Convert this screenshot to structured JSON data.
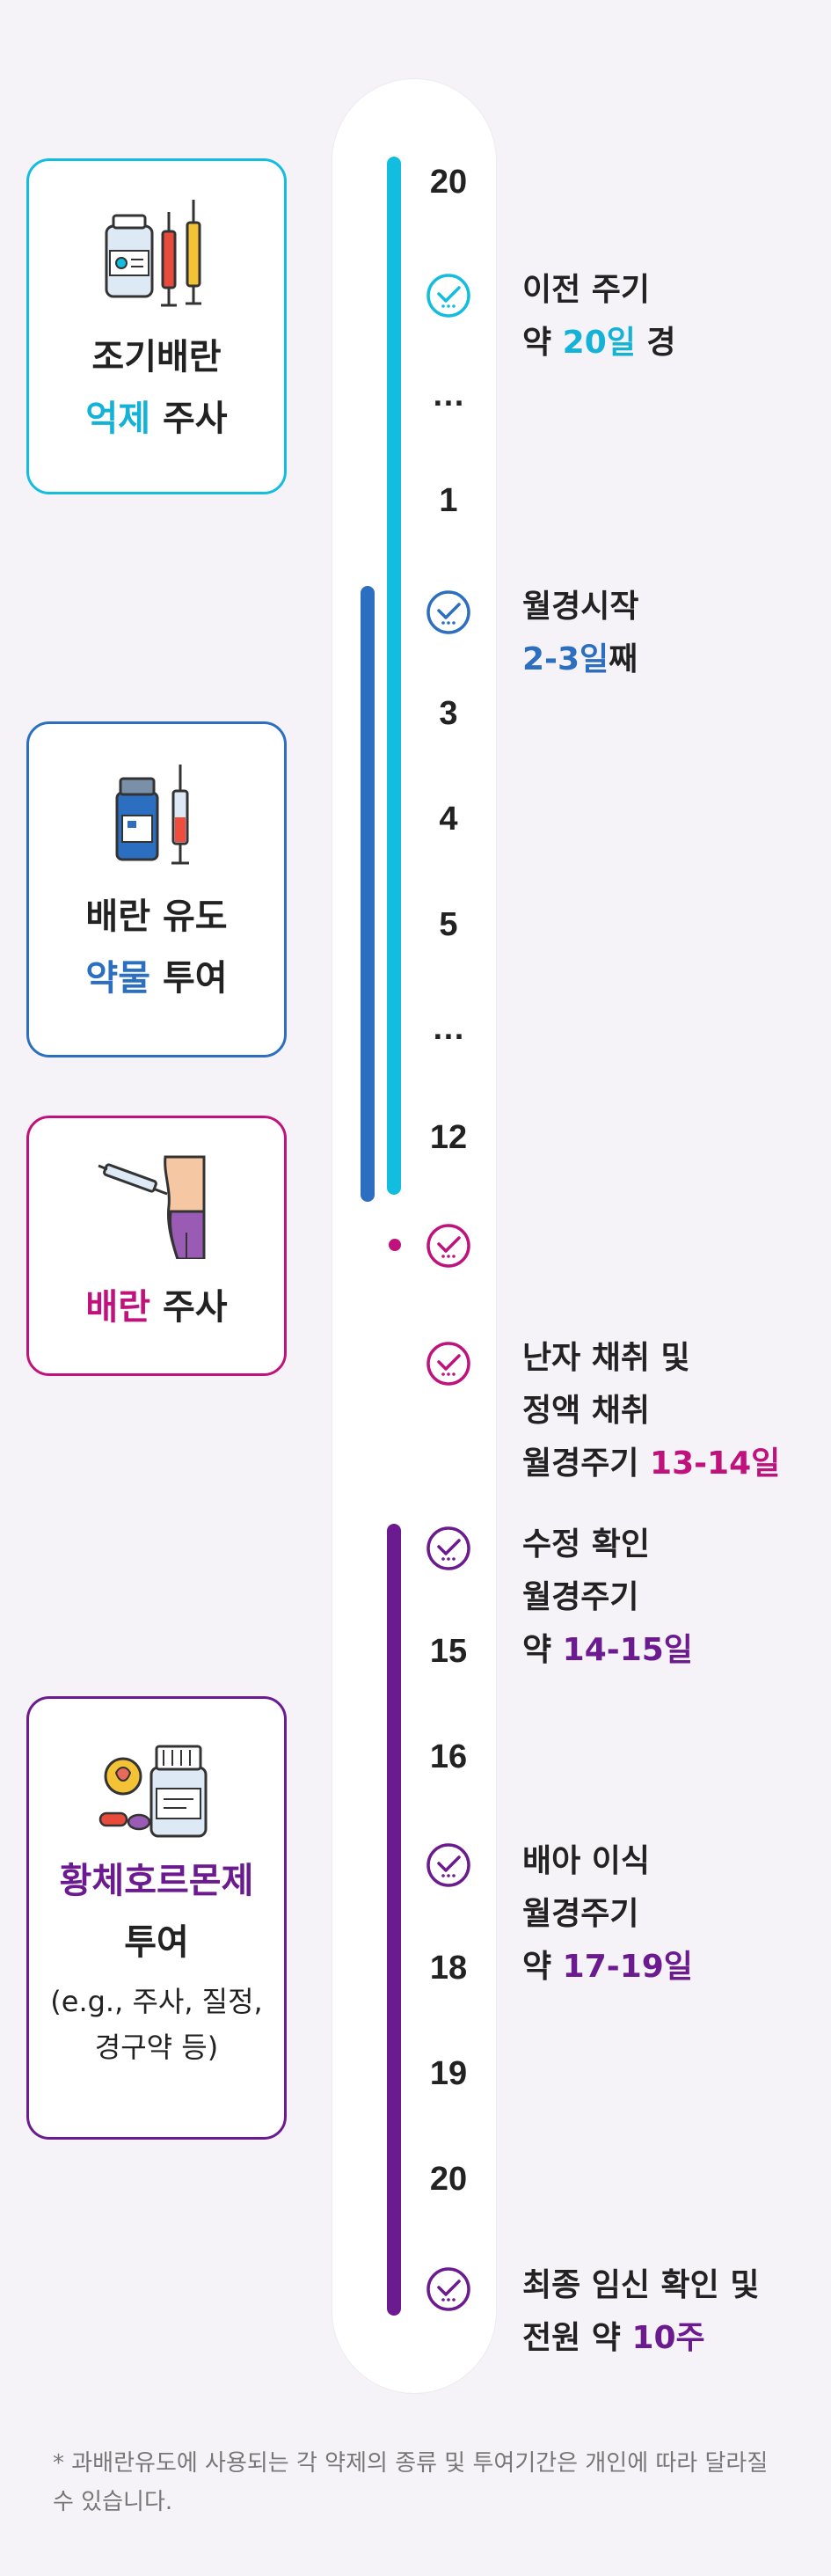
{
  "days": {
    "d20a": "20",
    "dots1": "…",
    "d1": "1",
    "d3": "3",
    "d4": "4",
    "d5": "5",
    "dots2": "…",
    "d12": "12",
    "d15": "15",
    "d16": "16",
    "d18": "18",
    "d19": "19",
    "d20b": "20"
  },
  "events": {
    "prev_cycle": {
      "line1": "이전 주기",
      "line2_pre": "약 ",
      "line2_hl": "20일",
      "line2_post": " 경"
    },
    "menses_start": {
      "line1": "월경시작",
      "line2_hl": "2-3일",
      "line2_post": "째"
    },
    "retrieval": {
      "line1": "난자 채취 및",
      "line2": "정액 채취",
      "line3_pre": "월경주기 ",
      "line3_hl": "13-14일"
    },
    "fertilization": {
      "line1": "수정 확인",
      "line2": "월경주기",
      "line3_pre": "약 ",
      "line3_hl": "14-15일"
    },
    "transfer": {
      "line1": "배아 이식",
      "line2": "월경주기",
      "line3_pre": "약 ",
      "line3_hl": "17-19일"
    },
    "final": {
      "line1": "최종 임신 확인 및",
      "line2_pre": "전원 약 ",
      "line2_hl": "10주"
    }
  },
  "cards": {
    "suppress": {
      "title1": "조기배란",
      "title2_hl": "억제",
      "title2_post": " 주사",
      "color": "#13bde0"
    },
    "induce": {
      "title1": "배란 유도",
      "title2_hl": "약물",
      "title2_post": " 투여",
      "color": "#2c6fc0"
    },
    "trigger": {
      "title_hl": "배란",
      "title_post": " 주사",
      "color": "#c0127c"
    },
    "progesterone": {
      "title1_hl": "황체호르몬제",
      "title2": "투여",
      "sub1": "(e.g., 주사, 질정,",
      "sub2": "경구약 등)",
      "color": "#6b1a8f"
    }
  },
  "footnote": "* 과배란유도에 사용되는 각 약제의 종류 및 투여기간은 개인에 따라 달라질 수 있습니다."
}
